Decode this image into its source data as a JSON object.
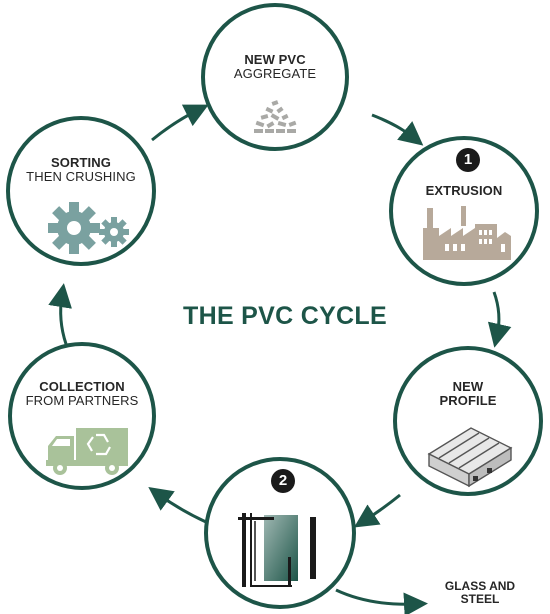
{
  "title": "THE PVC CYCLE",
  "nodes": {
    "aggregate": {
      "line1": "NEW PVC",
      "line2": "AGGREGATE"
    },
    "extrusion": {
      "badge": "1",
      "line1": "EXTRUSION"
    },
    "profile": {
      "line1": "NEW",
      "line2": "PROFILE"
    },
    "dismantle": {
      "badge": "2"
    },
    "collection": {
      "line1": "COLLECTION",
      "line2": "FROM PARTNERS"
    },
    "sorting": {
      "line1": "SORTING",
      "line2": "THEN CRUSHING"
    }
  },
  "side_output": {
    "line1": "GLASS AND",
    "line2": "STEEL"
  },
  "colors": {
    "ring": "#1d5548",
    "icon_grey": "#a9a9a6",
    "icon_green": "#a9c29a",
    "factory": "#b7a99a",
    "gear": "#7aa1a0"
  },
  "icons": [
    "aggregate-pile-icon",
    "factory-icon",
    "window-profile-icon",
    "window-frame-icon",
    "recycling-truck-icon",
    "gears-icon"
  ]
}
